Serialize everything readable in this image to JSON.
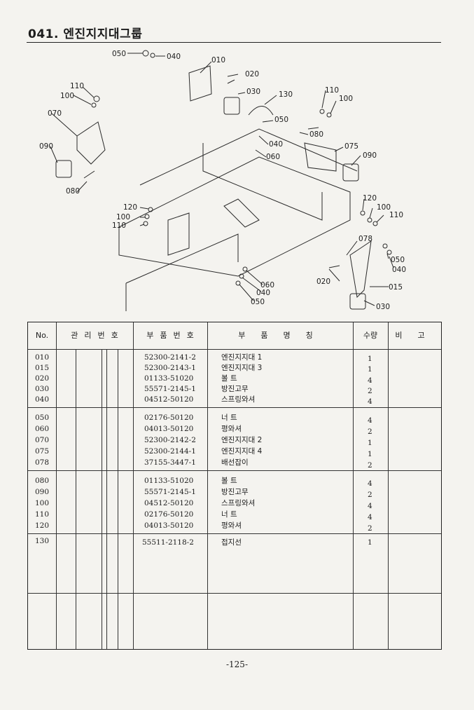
{
  "header": {
    "title": "041. 엔진지지대그룹"
  },
  "diagram": {
    "callouts": [
      "050",
      "040",
      "010",
      "020",
      "030",
      "130",
      "110",
      "100",
      "070",
      "090",
      "080",
      "050",
      "040",
      "060",
      "110",
      "100",
      "080",
      "075",
      "090",
      "120",
      "100",
      "110",
      "120",
      "100",
      "110",
      "078",
      "050",
      "040",
      "020",
      "015",
      "030",
      "060",
      "040",
      "050"
    ]
  },
  "table": {
    "headers": {
      "no": "No.",
      "mgmt": "관리번호",
      "part_no": "부품번호",
      "part_name": "부품명칭",
      "qty": "수량",
      "remark": "비고"
    },
    "groups": [
      {
        "rows": [
          {
            "no": "010",
            "part_no": "52300-2141-2",
            "name": "엔진지지대 1",
            "qty": "1"
          },
          {
            "no": "015",
            "part_no": "52300-2143-1",
            "name": "엔진지지대 3",
            "qty": "1"
          },
          {
            "no": "020",
            "part_no": "01133-51020",
            "name": "볼 트",
            "qty": "4"
          },
          {
            "no": "030",
            "part_no": "55571-2145-1",
            "name": "방진고무",
            "qty": "2"
          },
          {
            "no": "040",
            "part_no": "04512-50120",
            "name": "스프링와셔",
            "qty": "4"
          }
        ]
      },
      {
        "rows": [
          {
            "no": "050",
            "part_no": "02176-50120",
            "name": "너 트",
            "qty": "4"
          },
          {
            "no": "060",
            "part_no": "04013-50120",
            "name": "평와셔",
            "qty": "2"
          },
          {
            "no": "070",
            "part_no": "52300-2142-2",
            "name": "엔진지지대 2",
            "qty": "1"
          },
          {
            "no": "075",
            "part_no": "52300-2144-1",
            "name": "엔진지지대 4",
            "qty": "1"
          },
          {
            "no": "078",
            "part_no": "37155-3447-1",
            "name": "배선잡이",
            "qty": "2"
          }
        ]
      },
      {
        "rows": [
          {
            "no": "080",
            "part_no": "01133-51020",
            "name": "볼 트",
            "qty": "4"
          },
          {
            "no": "090",
            "part_no": "55571-2145-1",
            "name": "방진고무",
            "qty": "2"
          },
          {
            "no": "100",
            "part_no": "04512-50120",
            "name": "스프링와셔",
            "qty": "4"
          },
          {
            "no": "110",
            "part_no": "02176-50120",
            "name": "너 트",
            "qty": "4"
          },
          {
            "no": "120",
            "part_no": "04013-50120",
            "name": "평와셔",
            "qty": "2"
          }
        ]
      },
      {
        "rows": [
          {
            "no": "130",
            "part_no": "55511-2118-2",
            "name": "접지선",
            "qty": "1"
          }
        ]
      }
    ]
  },
  "footer": {
    "page": "-125-"
  }
}
